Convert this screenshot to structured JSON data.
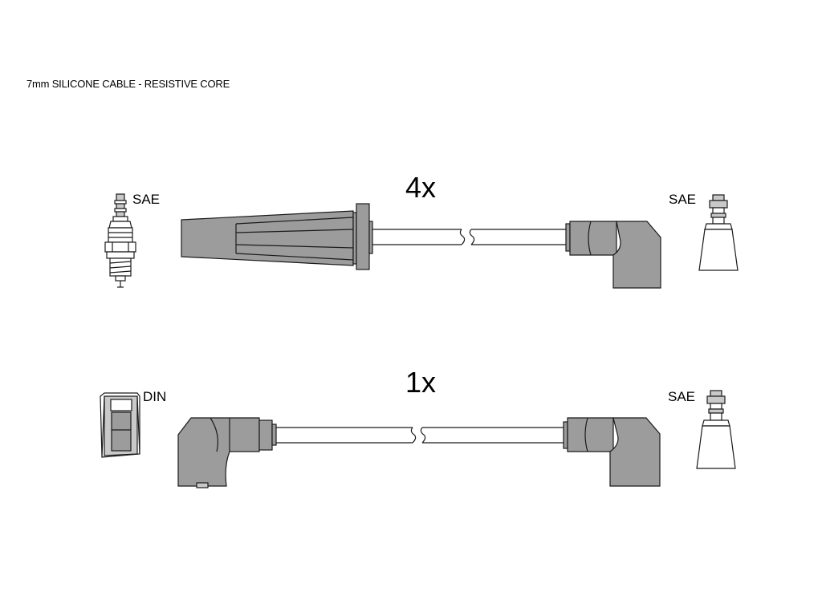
{
  "caption": "7mm SILICONE CABLE - RESISTIVE CORE",
  "leads": [
    {
      "quantity": "4x",
      "left_terminal": "SAE",
      "right_terminal": "SAE"
    },
    {
      "quantity": "1x",
      "left_terminal": "DIN",
      "right_terminal": "SAE"
    }
  ],
  "colors": {
    "boot": "#9c9c9c",
    "terminal": "#c9c9c9",
    "cable_line": "#1a1a1a"
  }
}
